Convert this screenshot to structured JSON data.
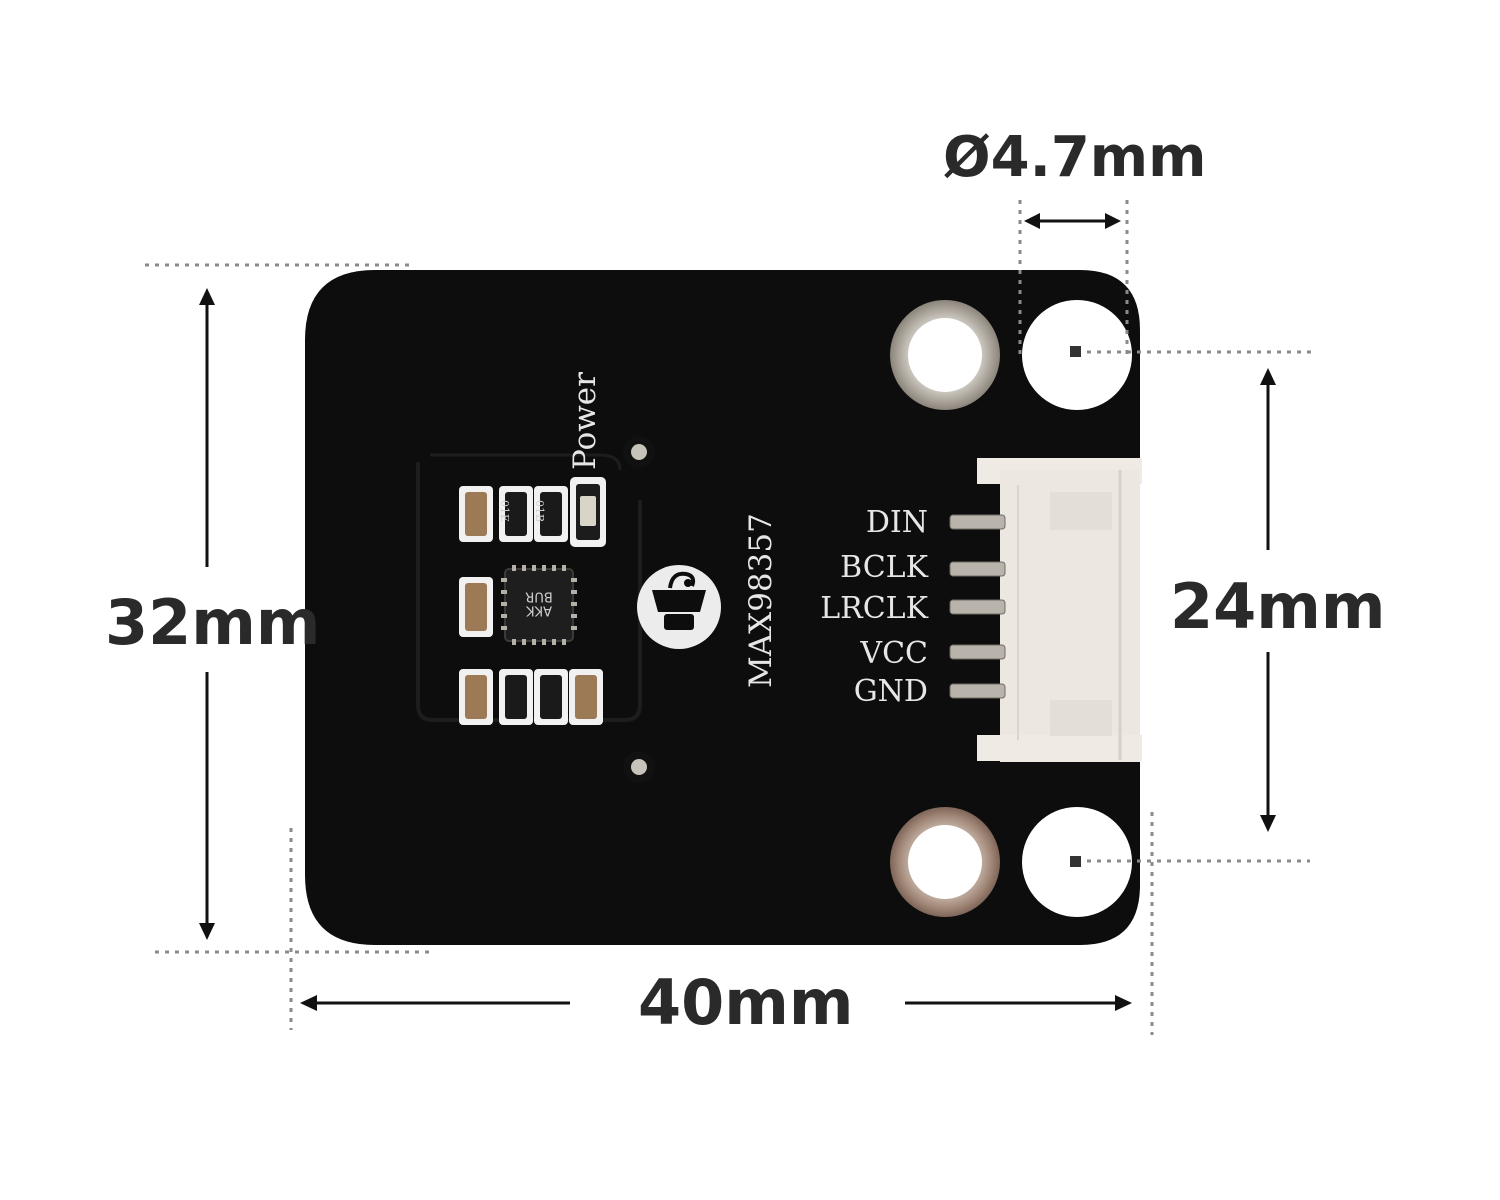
{
  "dimensions": {
    "hole_diameter": "Ø4.7mm",
    "height": "32mm",
    "hole_spacing": "24mm",
    "width": "40mm"
  },
  "board": {
    "chip_name": "MAX98357",
    "led_label": "Power",
    "chip_marking": [
      "AKK",
      "BUR"
    ],
    "resistor_markings": [
      "01E",
      "01B"
    ],
    "pins": [
      "DIN",
      "BCLK",
      "LRCLK",
      "VCC",
      "GND"
    ]
  },
  "colors": {
    "board": "#0d0d0d",
    "silkscreen": "#e6e6e6",
    "dimension_text": "#2a2a2a",
    "connector": "#ece8e1",
    "pad": "#b8b3ab"
  }
}
